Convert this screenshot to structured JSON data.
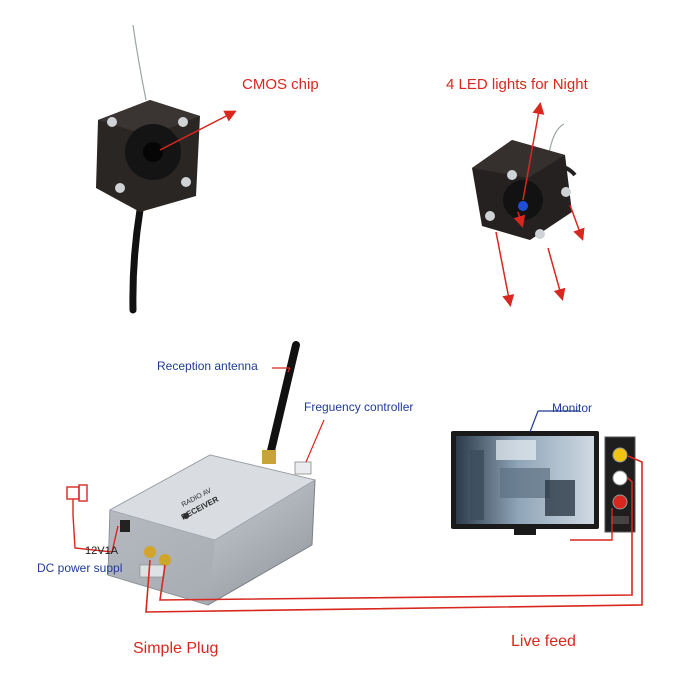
{
  "labels": {
    "cmos_chip": "CMOS chip",
    "led_lights": "4 LED lights for Night",
    "reception_antenna": "Reception antenna",
    "frequency_controller": "Freguency controller",
    "monitor": "Monitor",
    "dc_power": "DC power suppl",
    "voltage": "12V1A",
    "simple_plug": "Simple Plug",
    "live_feed": "Live feed"
  },
  "receiver_text": {
    "line1": "RADIO AV",
    "line2": "RECEIVER"
  },
  "colors": {
    "annotation_red": "#d8271f",
    "annotation_blue": "#1f3b96",
    "camera_body": "#1c1c1c",
    "receiver_silver": "#c9ccd1",
    "screen_blue": "#6f8aa3"
  },
  "icons": [
    "camera-icon",
    "led-camera-icon",
    "receiver-icon",
    "monitor-icon",
    "power-plug-icon",
    "av-panel-icon"
  ]
}
